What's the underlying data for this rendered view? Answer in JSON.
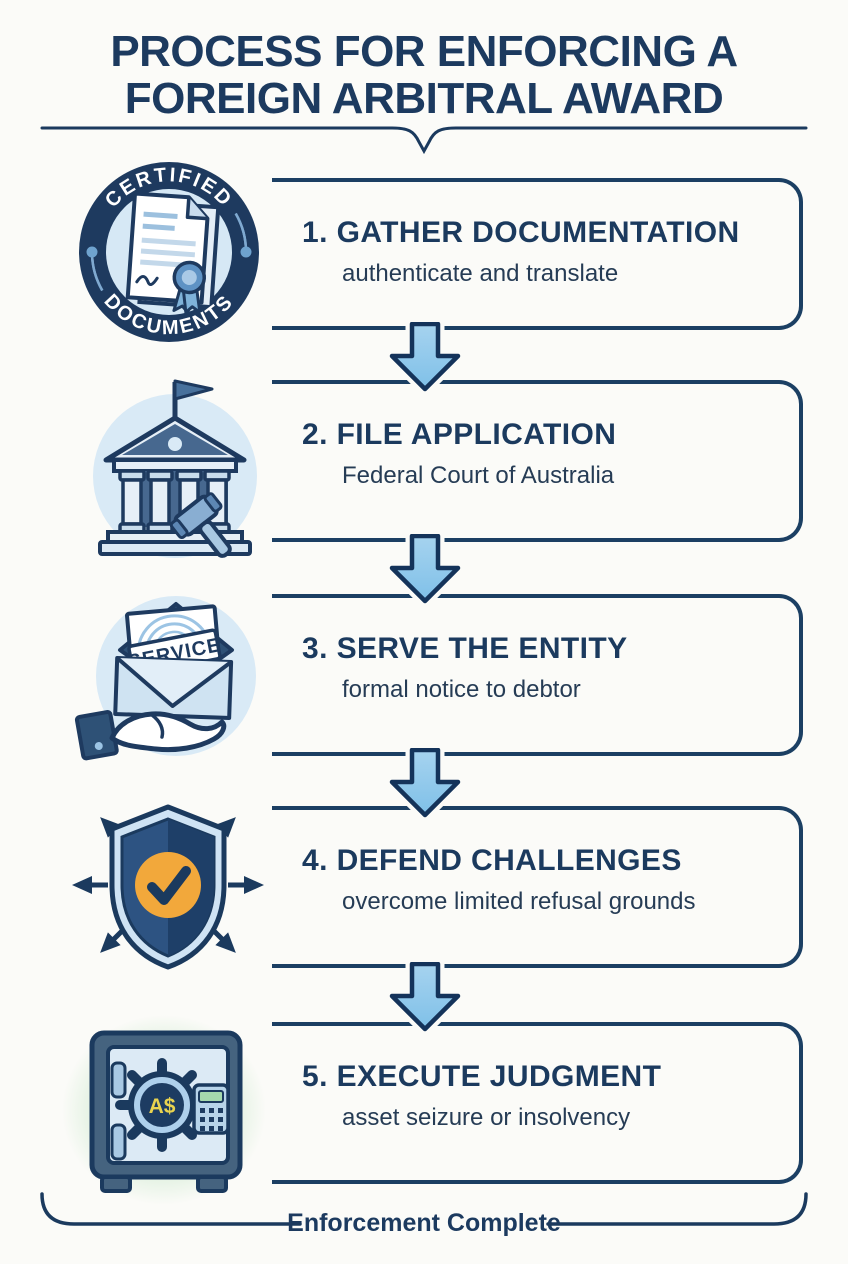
{
  "poster": {
    "title_line1": "PROCESS FOR ENFORCING A",
    "title_line2": "FOREIGN ARBITRAL AWARD",
    "footer_label": "Enforcement Complete"
  },
  "steps": [
    {
      "number": "1.",
      "title": "GATHER DOCUMENTATION",
      "subtitle": "authenticate and translate",
      "icon": "certified-documents-badge-icon"
    },
    {
      "number": "2.",
      "title": "FILE APPLICATION",
      "subtitle": "Federal Court of Australia",
      "icon": "courthouse-gavel-icon"
    },
    {
      "number": "3.",
      "title": "SERVE THE ENTITY",
      "subtitle": "formal notice to debtor",
      "icon": "service-envelope-hand-icon"
    },
    {
      "number": "4.",
      "title": "DEFEND CHALLENGES",
      "subtitle": "overcome limited refusal grounds",
      "icon": "shield-checkmark-arrows-icon"
    },
    {
      "number": "5.",
      "title": "EXECUTE JUDGMENT",
      "subtitle": "asset seizure or insolvency",
      "icon": "safe-vault-currency-icon"
    }
  ],
  "icons": {
    "badge_top_text": "CERTIFIED",
    "badge_bottom_text": "DOCUMENTS",
    "stamp_text": "SERVICE",
    "safe_dial_text": "A$"
  },
  "colors": {
    "navy": "#1b3a5e",
    "box_border": "#1b3f63",
    "arrow_blue": "#8ec8ec",
    "icon_bg_blue": "#d9eaf6",
    "shield_orange": "#f2a83b",
    "currency_yellow": "#e9d34f",
    "glow_green": "#c2e5c4",
    "background": "#fbfbf8"
  }
}
